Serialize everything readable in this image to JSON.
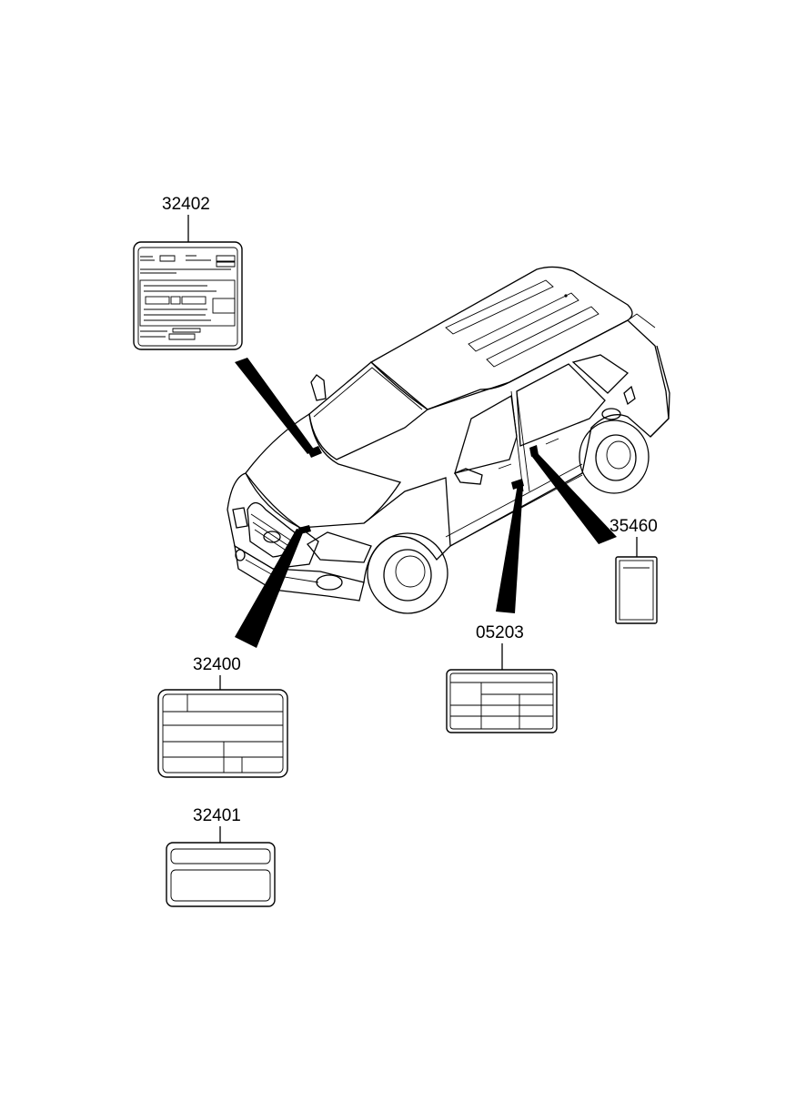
{
  "parts": [
    {
      "id": "p32402",
      "number": "32402"
    },
    {
      "id": "p32400",
      "number": "32400"
    },
    {
      "id": "p32401",
      "number": "32401"
    },
    {
      "id": "p05203",
      "number": "05203"
    },
    {
      "id": "p35460",
      "number": "35460"
    }
  ]
}
